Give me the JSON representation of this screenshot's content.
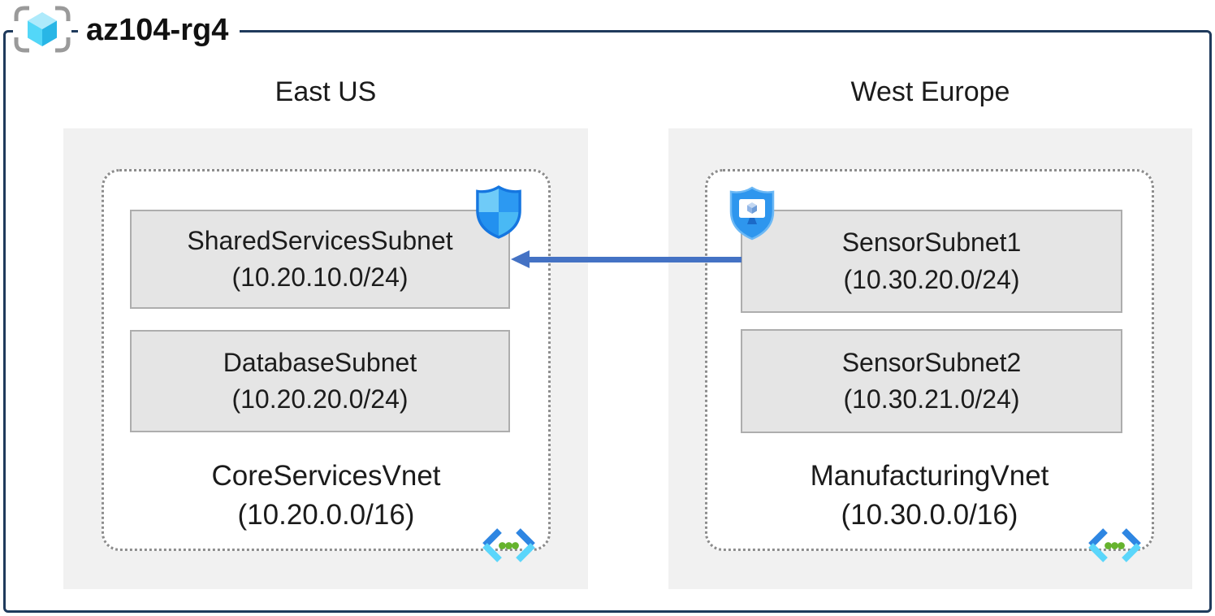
{
  "header": {
    "title": "az104-rg4",
    "icon": "resource-group-icon"
  },
  "regions": [
    {
      "name": "East US",
      "vnet": {
        "name": "CoreServicesVnet",
        "cidr": "(10.20.0.0/16)"
      },
      "subnets": [
        {
          "name": "SharedServicesSubnet",
          "cidr": "(10.20.10.0/24)",
          "icon": "nsg-shield-icon"
        },
        {
          "name": "DatabaseSubnet",
          "cidr": "(10.20.20.0/24)"
        }
      ]
    },
    {
      "name": "West Europe",
      "vnet": {
        "name": "ManufacturingVnet",
        "cidr": "(10.30.0.0/16)"
      },
      "subnets": [
        {
          "name": "SensorSubnet1",
          "cidr": "(10.30.20.0/24)",
          "icon": "bastion-shield-icon"
        },
        {
          "name": "SensorSubnet2",
          "cidr": "(10.30.21.0/24)"
        }
      ]
    }
  ],
  "connection": {
    "type": "arrow",
    "from": "SensorSubnet1",
    "to": "SharedServicesSubnet",
    "direction": "left",
    "color": "#4472c4"
  },
  "icons": {
    "resource_group": "resource-group-brackets-cube",
    "virtual_network": "vnet-chevrons-dots",
    "nsg": "four-quadrant-shield",
    "bastion": "shield-with-monitor"
  },
  "colors": {
    "frame": "#1f3a5c",
    "region_bg": "#f1f1f1",
    "subnet_bg": "#e5e5e5",
    "subnet_border": "#adadad",
    "dotted_border": "#8c8c8c",
    "arrow": "#4472c4",
    "cyan_light": "#aeeafb",
    "cyan": "#53d7f8",
    "cyan_dark": "#28b6e6",
    "green_dot": "#66b32e"
  }
}
